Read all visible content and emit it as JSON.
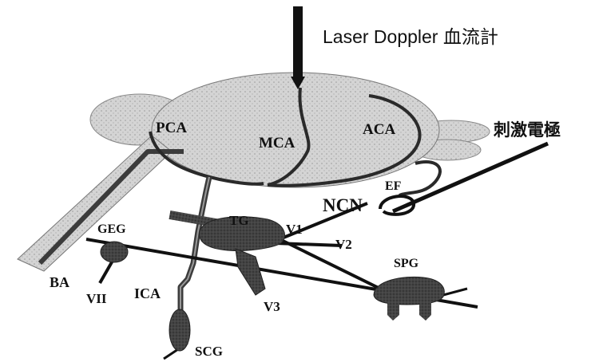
{
  "title": "Laser Doppler 血流計",
  "electrode_label": "刺激電極",
  "labels": {
    "pca": "PCA",
    "mca": "MCA",
    "aca": "ACA",
    "ba": "BA",
    "tg": "TG",
    "v1": "V1",
    "v2": "V2",
    "v3": "V3",
    "ef": "EF",
    "ncn": "NCN",
    "geg": "GEG",
    "vii": "VII",
    "ica": "ICA",
    "spg": "SPG",
    "scg": "SCG"
  },
  "colors": {
    "brain_fill": "#d2d2d2",
    "ganglion_fill": "#3a3a3a",
    "vessel": "#3c3c3c",
    "nerve": "#111111",
    "probe": "#111111"
  }
}
